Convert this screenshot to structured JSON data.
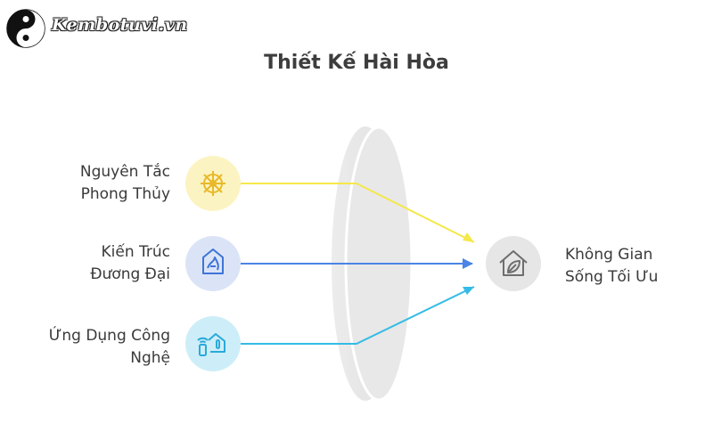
{
  "brand": {
    "name": "Kembotuvi.vn",
    "icon": "yin-yang-icon"
  },
  "title": "Thiết Kế Hài Hòa",
  "inputs": [
    {
      "line1": "Nguyên Tắc",
      "line2": "Phong Thủy",
      "icon": "dharma-wheel-icon",
      "color": "#f2e66b",
      "fill": "#fbf4c2",
      "arrow": "#f4e84a"
    },
    {
      "line1": "Kiến Trúc",
      "line2": "Đương Đại",
      "icon": "modern-architecture-icon",
      "color": "#3e74d8",
      "fill": "#dbe4f7",
      "arrow": "#4a84e6"
    },
    {
      "line1": "Ứng Dụng Công",
      "line2": "Nghệ",
      "icon": "smart-home-icon",
      "color": "#2aa9d9",
      "fill": "#cdeef8",
      "arrow": "#34bce6"
    }
  ],
  "output": {
    "line1": "Không Gian",
    "line2": "Sống Tối Ưu",
    "icon": "eco-house-icon",
    "color": "#6b6b6b",
    "fill": "#e6e6e6"
  }
}
